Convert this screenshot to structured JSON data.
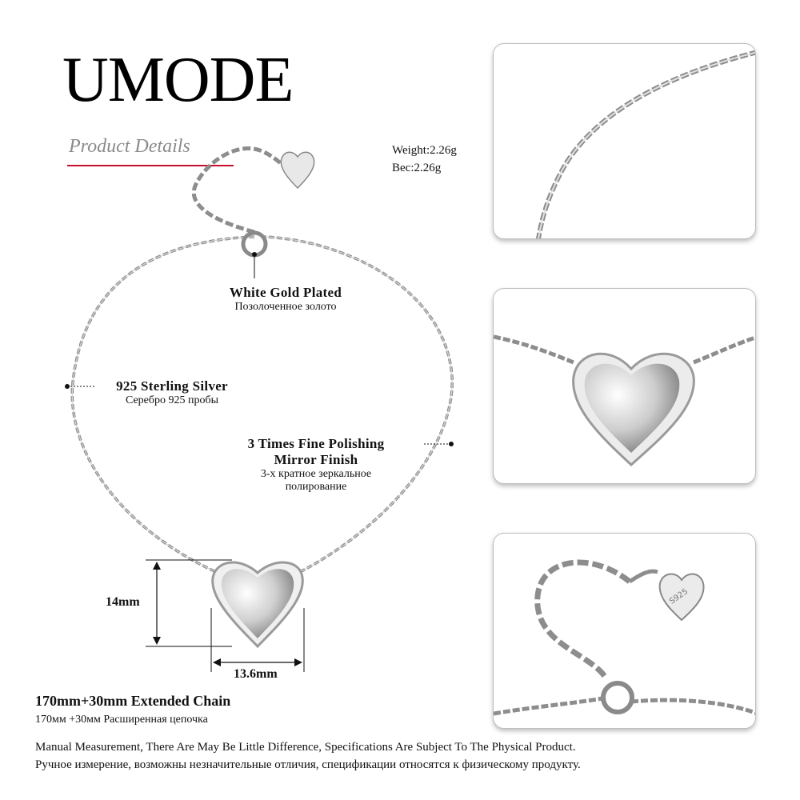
{
  "brand": {
    "name": "UMODE",
    "subtitle": "Product Details"
  },
  "weight": {
    "en": "Weight:2.26g",
    "ru": "Bec:2.26g"
  },
  "callouts": {
    "plating": {
      "en": "White Gold Plated",
      "ru": "Позолоченное золото"
    },
    "material": {
      "en": "925 Sterling Silver",
      "ru": "Серебро 925 пробы"
    },
    "polish": {
      "en1": "3 Times Fine Polishing",
      "en2": "Mirror Finish",
      "ru1": "3-х кратное зеркальное",
      "ru2": "полирование"
    }
  },
  "dimensions": {
    "height": "14mm",
    "width": "13.6mm"
  },
  "chain": {
    "en": "170mm+30mm Extended Chain",
    "ru": "170мм +30мм Расширенная цепочка"
  },
  "disclaimer": {
    "en": "Manual Measurement, There Are May Be Little Difference, Specifications Are Subject To The Physical Product.",
    "ru": "Ручное измерение, возможны незначительные отличия, спецификации относятся к физическому продукту."
  },
  "tag_engraving": "S925",
  "colors": {
    "accent_rule": "#c8102e",
    "silver": "#9a9a9a",
    "text": "#111111"
  }
}
